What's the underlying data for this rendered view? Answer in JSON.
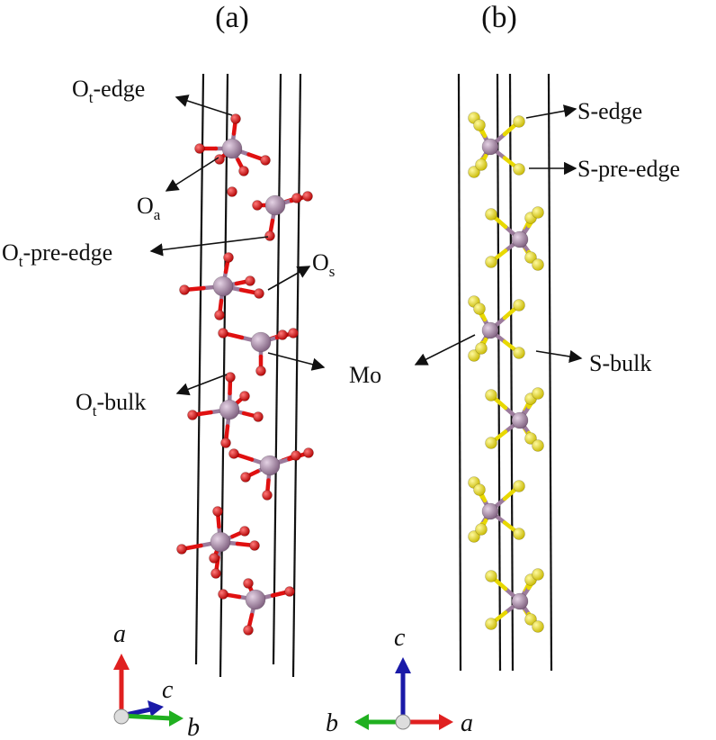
{
  "panels": {
    "a": {
      "label": "(a)"
    },
    "b": {
      "label": "(b)"
    }
  },
  "labels_a": {
    "ot_edge": {
      "main": "O",
      "sub": "t",
      "rest": "-edge"
    },
    "oa": {
      "main": "O",
      "sub": "a"
    },
    "ot_pre_edge": {
      "main": "O",
      "sub": "t",
      "rest": "-pre-edge"
    },
    "os": {
      "main": "O",
      "sub": "s"
    },
    "mo": "Mo",
    "ot_bulk": {
      "main": "O",
      "sub": "t",
      "rest": "-bulk"
    }
  },
  "labels_b": {
    "s_edge": "S-edge",
    "s_pre_edge": "S-pre-edge",
    "s_bulk": "S-bulk"
  },
  "axes_a": {
    "up": "a",
    "diag": "c",
    "right": "b"
  },
  "axes_b": {
    "up": "c",
    "left": "b",
    "right": "a"
  },
  "colors": {
    "mo": "#9c7b9c",
    "oxygen": "#e01010",
    "sulfur": "#f0e000",
    "axis_red": "#e02020",
    "axis_green": "#20b020",
    "axis_blue": "#2020c0"
  }
}
